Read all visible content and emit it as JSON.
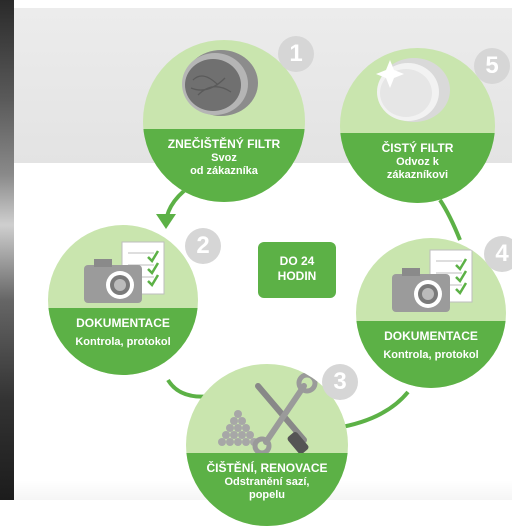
{
  "steps": [
    {
      "number": "1",
      "title": "ZNEČIŠTĚNÝ FILTR",
      "subtitle": "Svoz\nod zákazníka",
      "icon": "dirty-filter-icon"
    },
    {
      "number": "2",
      "title": "DOKUMENTACE",
      "subtitle": "Kontrola, protokol",
      "icon": "camera-checklist-icon"
    },
    {
      "number": "3",
      "title": "ČIŠTĚNÍ, RENOVACE",
      "subtitle": "Odstranění sazí,\npopelu",
      "icon": "tools-icon"
    },
    {
      "number": "4",
      "title": "DOKUMENTACE",
      "subtitle": "Kontrola, protokol",
      "icon": "camera-checklist-icon"
    },
    {
      "number": "5",
      "title": "ČISTÝ FILTR",
      "subtitle": "Odvoz k\nzákazníkovi",
      "icon": "clean-filter-icon"
    }
  ],
  "center": {
    "line1": "DO 24",
    "line2": "HODIN"
  },
  "colors": {
    "green": "#5cb146",
    "light_green": "#c9e5ae",
    "badge_gray": "#d6d6d6"
  }
}
